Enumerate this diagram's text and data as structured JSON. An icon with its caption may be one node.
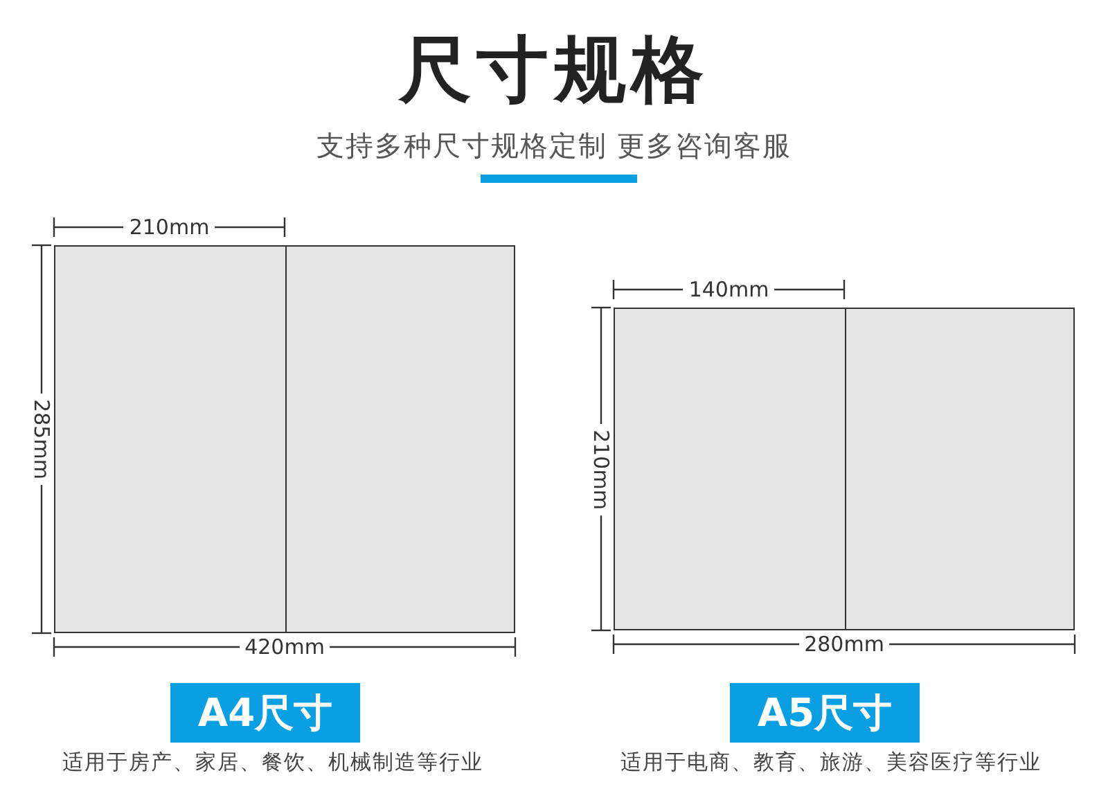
{
  "diagram": {
    "title": "尺寸规格",
    "caption": "支持多种尺寸规格定制 更多咨询客服",
    "nodes": [
      {
        "text": [],
        "shape": "box"
      },
      {
        "text": [
          "A4尺寸"
        ],
        "beside": [
          "适用于房产、家居、餐饮、机械制造等行业"
        ]
      },
      {
        "text": [],
        "shape": "box"
      },
      {
        "text": [
          "A5尺寸"
        ],
        "beside": [
          "适用于电商、教育、旅游、美容医疗等行业"
        ]
      }
    ],
    "labels": [
      "210mm",
      "285mm",
      "420mm",
      "140mm",
      "210mm",
      "280mm"
    ]
  }
}
